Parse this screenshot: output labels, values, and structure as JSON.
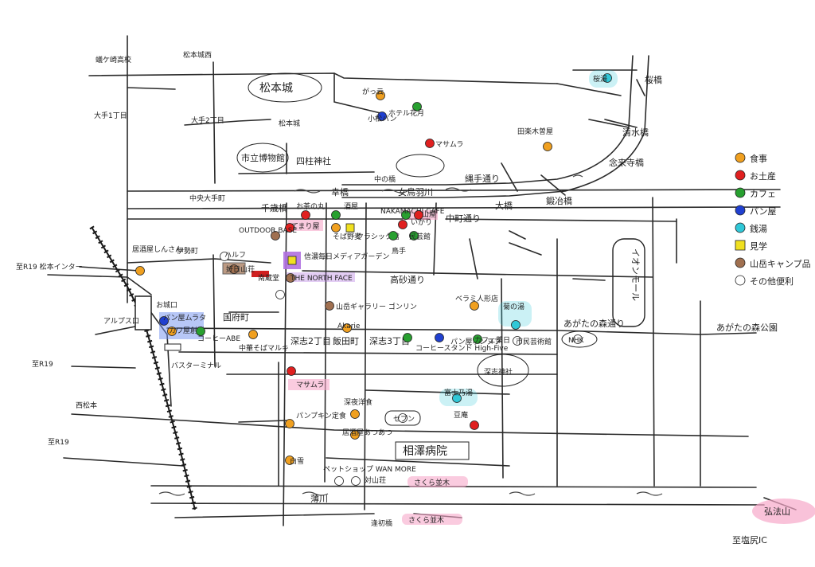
{
  "map": {
    "legend": {
      "items": [
        {
          "label": "食事",
          "color": "#f0a020",
          "shape": "circle"
        },
        {
          "label": "お土産",
          "color": "#e02020",
          "shape": "circle"
        },
        {
          "label": "カフェ",
          "color": "#28a030",
          "shape": "circle"
        },
        {
          "label": "パン屋",
          "color": "#2040d0",
          "shape": "circle"
        },
        {
          "label": "銭湯",
          "color": "#30c8d8",
          "shape": "circle"
        },
        {
          "label": "見学",
          "color": "#f0e020",
          "shape": "square"
        },
        {
          "label": "山岳キャンプ品",
          "color": "#a07050",
          "shape": "circle"
        },
        {
          "label": "その他便利",
          "color": "#ffffff",
          "shape": "circle"
        }
      ]
    },
    "areas": {
      "matsumoto_castle": "松本城",
      "city_museum": "市立博物館",
      "nawate": "縄手通り",
      "aeon": "イオンモール",
      "agata_park": "あがたの森公園",
      "hospital": "相澤病院",
      "koboyama": "弘法山",
      "sakura1": "さくら並木",
      "sakura2": "さくら並木"
    },
    "streets": {
      "chuo_odori": "中央大手町",
      "nakamachi": "中町通り",
      "takasago": "高砂通り",
      "kokufu": "国府町",
      "agatanomori_dori": "あがたの森通り",
      "fukashi": "深志2丁目",
      "iida": "飯田町",
      "fukashi3": "深志3丁目",
      "nawate_dori": "縄手通り",
      "ote1": "大手1丁目",
      "ote2": "大手2丁目",
      "kaikoji": "蟻ケ崎高校",
      "matsumotojo_nishi": "松本城西",
      "matsumotojo": "松本城",
      "iseimachi": "伊勢町",
      "oshiroguchi": "お城口",
      "alps_guchi": "アルプス口",
      "bus_terminal": "バスターミナル",
      "nishi_matsumoto": "西松本"
    },
    "bridges": {
      "chitosebashi": "千歳橋",
      "yohashi": "幸橋",
      "ohashi": "大橋",
      "kajibashi": "鍛冶橋",
      "sakurabashi": "桜橋",
      "shimizubashi": "清水橋",
      "nenjibashi": "念来寺橋",
      "nakanohashi": "中の橋",
      "oohashi2": "逢初橋"
    },
    "rivers": {
      "metoba": "女鳥羽川",
      "susukigawa": "薄川"
    },
    "routes": {
      "r19_inter": "至R19 松本インター",
      "r19_a": "至R19",
      "r19_b": "至R19",
      "shiojiri": "至塩尻IC"
    },
    "shrines": {
      "yohashira": "四柱神社",
      "fukashi_jinja": "深志神社"
    },
    "places": [
      {
        "name": "がっ云",
        "cat": "food"
      },
      {
        "name": "小松パン",
        "cat": "bakery"
      },
      {
        "name": "ホテル花月",
        "cat": "cafe"
      },
      {
        "name": "マサムラ",
        "cat": "souvenir"
      },
      {
        "name": "田楽木曽屋",
        "cat": "food"
      },
      {
        "name": "お茶の丸",
        "cat": "souvenir"
      },
      {
        "name": "酒屋",
        "cat": "cafe"
      },
      {
        "name": "NAKAMACHI CAFE",
        "cat": "cafe"
      },
      {
        "name": "山屋",
        "cat": "souvenir"
      },
      {
        "name": "てまり屋",
        "cat": "souvenir"
      },
      {
        "name": "そば野麦",
        "cat": "food"
      },
      {
        "name": "クラシック館",
        "cat": "visit"
      },
      {
        "name": "いかり",
        "cat": "souvenir"
      },
      {
        "name": "鳥手",
        "cat": "cafe"
      },
      {
        "name": "民芸館",
        "cat": "cafe"
      },
      {
        "name": "OUTDOOR BASE",
        "cat": "mountain"
      },
      {
        "name": "信濃毎日メディアガーデン",
        "cat": "visit"
      },
      {
        "name": "THE NORTH FACE",
        "cat": "mountain"
      },
      {
        "name": "ハルフ",
        "cat": "other"
      },
      {
        "name": "好日山荘",
        "cat": "mountain"
      },
      {
        "name": "南蔵堂",
        "cat": "other"
      },
      {
        "name": "居酒屋しんさん",
        "cat": "food"
      },
      {
        "name": "パン屋ムラタ",
        "cat": "bakery"
      },
      {
        "name": "カワ屋創業",
        "cat": "food"
      },
      {
        "name": "コーヒーABE",
        "cat": "cafe"
      },
      {
        "name": "中華そばマルキ",
        "cat": "food"
      },
      {
        "name": "山岳ギャラリー ゴンリン",
        "cat": "mountain"
      },
      {
        "name": "Akarie",
        "cat": "food"
      },
      {
        "name": "コーヒースタンド High-Five",
        "cat": "cafe"
      },
      {
        "name": "パン屋ポンヌフ",
        "cat": "bakery"
      },
      {
        "name": "ベラミ人形店",
        "cat": "food"
      },
      {
        "name": "菊の湯",
        "cat": "bath"
      },
      {
        "name": "カフェ薬日",
        "cat": "cafe"
      },
      {
        "name": "市民芸術館",
        "cat": "other"
      },
      {
        "name": "NHK",
        "cat": "other"
      },
      {
        "name": "マサムラ",
        "cat": "souvenir"
      },
      {
        "name": "深夜洋食",
        "cat": "food"
      },
      {
        "name": "セブン",
        "cat": "other"
      },
      {
        "name": "富士乃湯",
        "cat": "bath"
      },
      {
        "name": "豆庵",
        "cat": "souvenir"
      },
      {
        "name": "パンプキン定食",
        "cat": "food"
      },
      {
        "name": "居酒屋あつあつ",
        "cat": "food"
      },
      {
        "name": "白雪",
        "cat": "food"
      },
      {
        "name": "ペットショップ WAN MORE",
        "cat": "other"
      },
      {
        "name": "対山荘",
        "cat": "other"
      },
      {
        "name": "桜湯",
        "cat": "bath"
      }
    ]
  }
}
